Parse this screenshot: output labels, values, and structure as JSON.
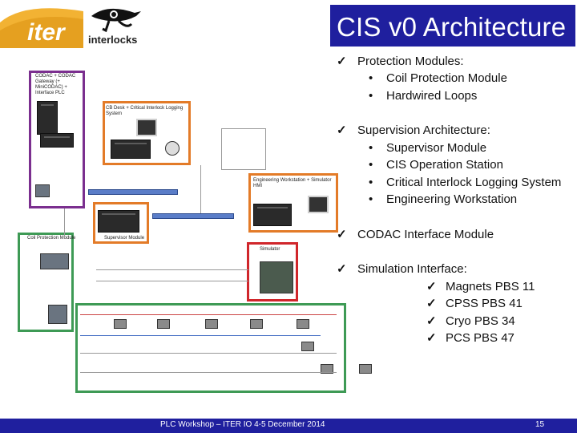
{
  "header": {
    "title": "CIS v0 Architecture",
    "logo_left_text": "iter",
    "logo_right_text": "interlocks"
  },
  "bullets": {
    "items": [
      {
        "type": "check",
        "text": "Protection Modules:"
      },
      {
        "type": "dot",
        "text": "Coil Protection Module"
      },
      {
        "type": "dot",
        "text": "Hardwired Loops"
      },
      {
        "type": "check",
        "text": "Supervision Architecture:"
      },
      {
        "type": "dot",
        "text": "Supervisor Module"
      },
      {
        "type": "dot",
        "text": "CIS Operation Station"
      },
      {
        "type": "dot",
        "text": "Critical Interlock Logging System"
      },
      {
        "type": "dot",
        "text": "Engineering Workstation"
      },
      {
        "type": "check",
        "text": "CODAC Interface Module"
      },
      {
        "type": "check",
        "text": "Simulation Interface:"
      },
      {
        "type": "check2",
        "text": "Magnets PBS 11"
      },
      {
        "type": "check2",
        "text": "CPSS PBS 41"
      },
      {
        "type": "check2",
        "text": "Cryo PBS 34"
      },
      {
        "type": "check2",
        "text": "PCS PBS 47"
      }
    ]
  },
  "diagram": {
    "codac_label": "CODAC + CODAC Gateway (+ MiniCODAC) + Interface PLC",
    "cb_desk_label": "CB Desk + Critical Interlock Logging System",
    "engineering_label": "Engineering Workstation + Simulator HMI",
    "supervisor_label": "Supervisor Module",
    "coil_label": "Coil Protection Module",
    "simulator_label": "Simulator",
    "colors": {
      "purple": "#7b2f8f",
      "orange": "#e37b28",
      "green": "#3e9a55",
      "red": "#d0262b",
      "blue": "#1f1f9e"
    }
  },
  "footer": {
    "text": "PLC Workshop – ITER IO 4-5 December 2014",
    "page": "15"
  }
}
